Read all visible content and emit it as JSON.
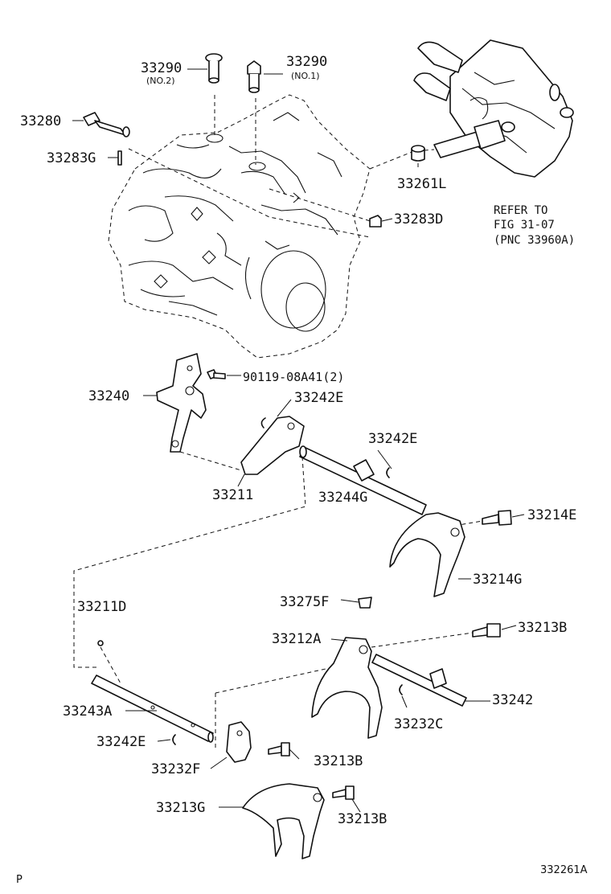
{
  "labels": {
    "p33290_no2": "33290",
    "p33290_no2_sub": "(NO.2)",
    "p33290_no1": "33290",
    "p33290_no1_sub": "(NO.1)",
    "p33280": "33280",
    "p33283g": "33283G",
    "p33261l": "33261L",
    "p33283d": "33283D",
    "refer_line1": "REFER TO",
    "refer_line2": "FIG 31-07",
    "refer_line3": "(PNC 33960A)",
    "p90119": "90119-08A41(2)",
    "p33240": "33240",
    "p33242e_a": "33242E",
    "p33242e_b": "33242E",
    "p33211": "33211",
    "p33244g": "33244G",
    "p33214e": "33214E",
    "p33214g": "33214G",
    "p33275f": "33275F",
    "p33211d": "33211D",
    "p33212a": "33212A",
    "p33213b_a": "33213B",
    "p33242": "33242",
    "p33232c": "33232C",
    "p33243a": "33243A",
    "p33242e_c": "33242E",
    "p33213b_b": "33213B",
    "p33232f": "33232F",
    "p33213g": "33213G",
    "p33213b_c": "33213B",
    "footer_left": "P",
    "footer_right": "332261A"
  }
}
